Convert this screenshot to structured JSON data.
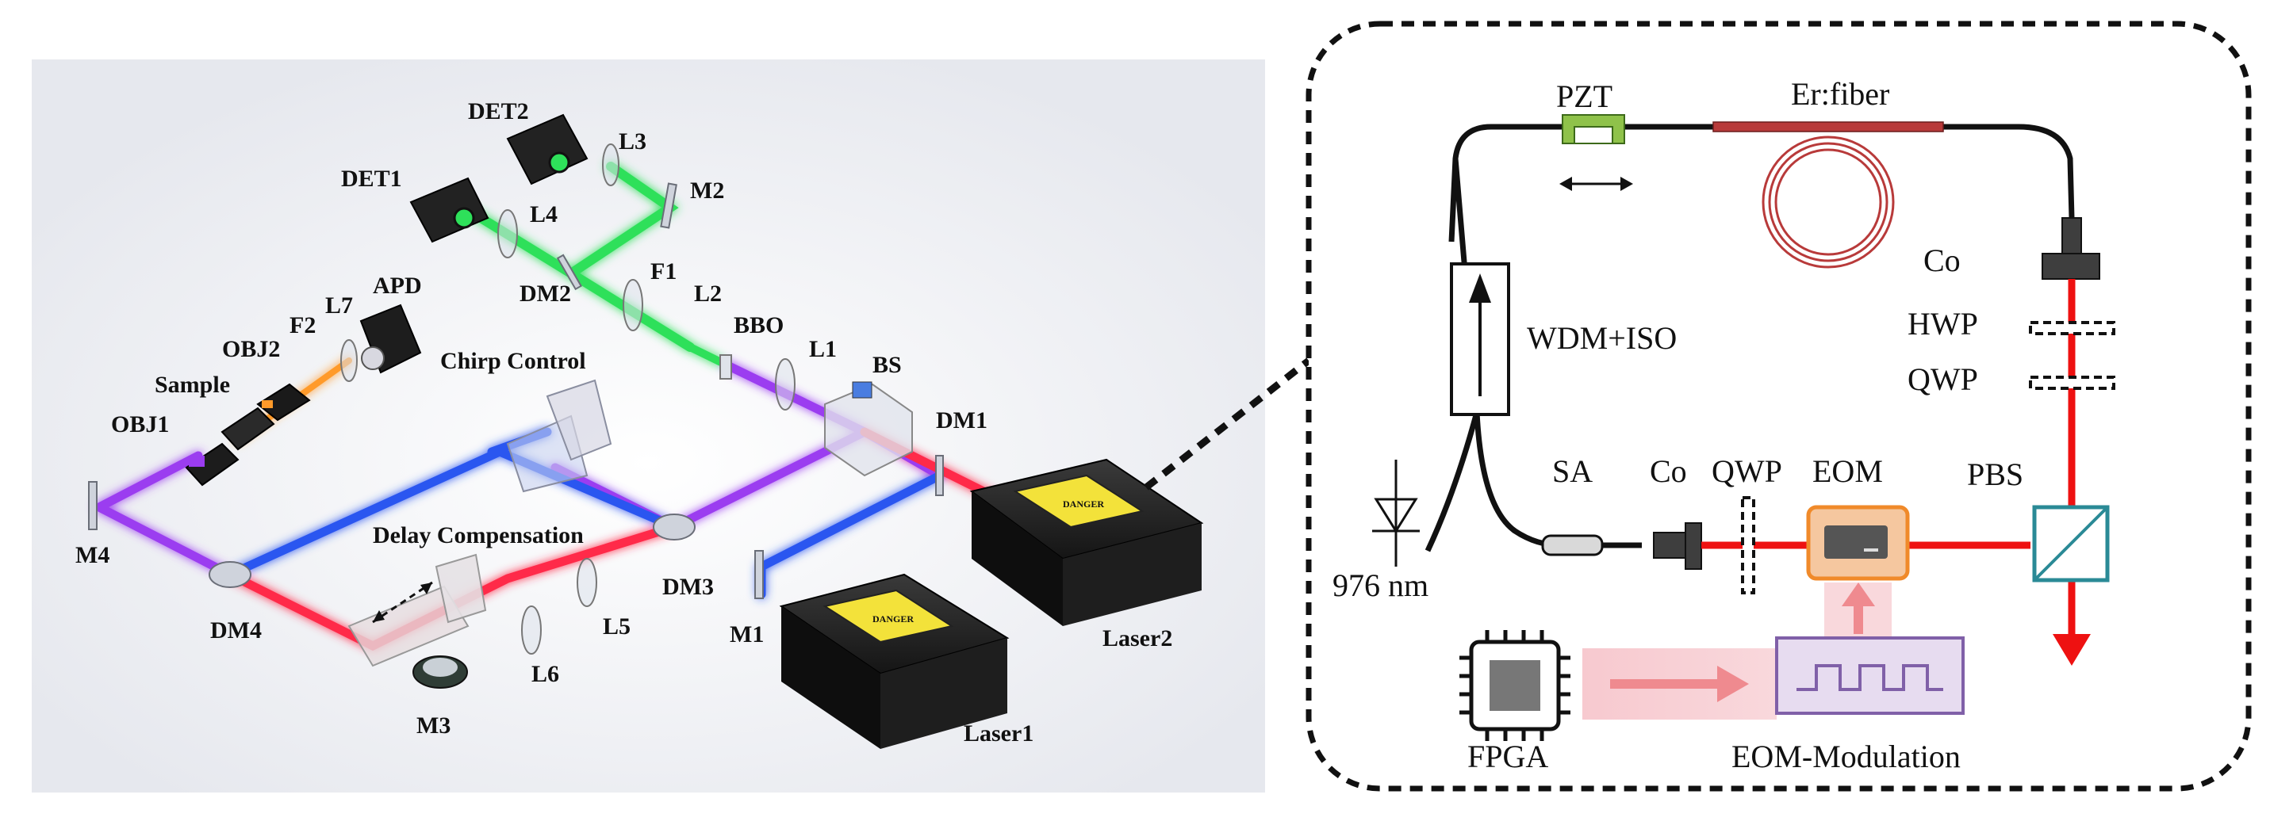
{
  "left_setup": {
    "labels": {
      "det2": "DET2",
      "det1": "DET1",
      "l3": "L3",
      "m2": "M2",
      "l4": "L4",
      "f1": "F1",
      "l2": "L2",
      "dm2": "DM2",
      "apd": "APD",
      "l7": "L7",
      "f2": "F2",
      "bbo": "BBO",
      "l1": "L1",
      "bs": "BS",
      "obj2": "OBJ2",
      "chirp": "Chirp Control",
      "sample": "Sample",
      "obj1": "OBJ1",
      "dm1": "DM1",
      "m4": "M4",
      "delay": "Delay Compensation",
      "dm3": "DM3",
      "m1": "M1",
      "laser2": "Laser2",
      "dm4": "DM4",
      "l5": "L5",
      "l6": "L6",
      "m3": "M3",
      "laser1": "Laser1",
      "danger": "DANGER"
    }
  },
  "right_setup": {
    "labels": {
      "pzt": "PZT",
      "erfiber": "Er:fiber",
      "co_top": "Co",
      "hwp": "HWP",
      "qwp_right": "QWP",
      "wdm": "WDM+ISO",
      "sa": "SA",
      "co_bottom": "Co",
      "qwp_bottom": "QWP",
      "eom": "EOM",
      "pbs": "PBS",
      "pump": "976 nm",
      "fpga": "FPGA",
      "eom_mod": "EOM-Modulation"
    }
  },
  "colors": {
    "green": "#2ee05a",
    "purple": "#9b3cf0",
    "blue": "#2b56f0",
    "red": "#ff2a4a",
    "laser_red": "#ee1111",
    "fiber_red": "#b83a3a",
    "pzt_green": "#8fc24a",
    "eom_orange": "#f08a2a",
    "mod_purple": "#8060a8"
  }
}
